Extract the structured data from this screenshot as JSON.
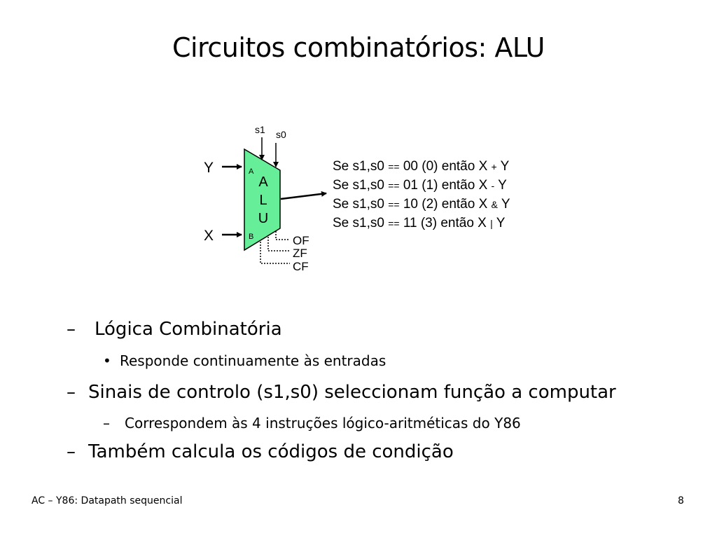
{
  "slide": {
    "title": "Circuitos combinatórios: ALU"
  },
  "diagram": {
    "inputs": {
      "y": "Y",
      "x": "X",
      "port_a": "A",
      "port_b": "B"
    },
    "controls": {
      "s1": "s1",
      "s0": "s0"
    },
    "alu_letters": [
      "A",
      "L",
      "U"
    ],
    "flags": [
      "OF",
      "ZF",
      "CF"
    ],
    "alu_fill": "#66ee99",
    "operations": [
      {
        "prefix": "Se s1,s0 ",
        "eq": "==",
        "cond": " 00 (0) então X ",
        "op": "+",
        "suffix": " Y"
      },
      {
        "prefix": "Se s1,s0 ",
        "eq": "==",
        "cond": " 01 (1) então X ",
        "op": "-",
        "suffix": " Y"
      },
      {
        "prefix": "Se s1,s0 ",
        "eq": "==",
        "cond": " 10 (2) então X ",
        "op": "&",
        "suffix": " Y"
      },
      {
        "prefix": "Se s1,s0 ",
        "eq": "==",
        "cond": " 11 (3) então X ",
        "op": "|",
        "suffix": " Y"
      }
    ]
  },
  "bullets": [
    {
      "marker": "–",
      "text": "Lógica Combinatória"
    },
    {
      "marker": "•",
      "text": "Responde continuamente às entradas"
    },
    {
      "marker": "–",
      "text": "Sinais de controlo (s1,s0) seleccionam função a computar"
    },
    {
      "marker": "–",
      "text": "Correspondem às 4 instruções lógico-aritméticas do Y86"
    },
    {
      "marker": "–",
      "text": "Também calcula os códigos de condição"
    }
  ],
  "footer": {
    "left": "AC – Y86: Datapath sequencial",
    "page_number": "8"
  }
}
